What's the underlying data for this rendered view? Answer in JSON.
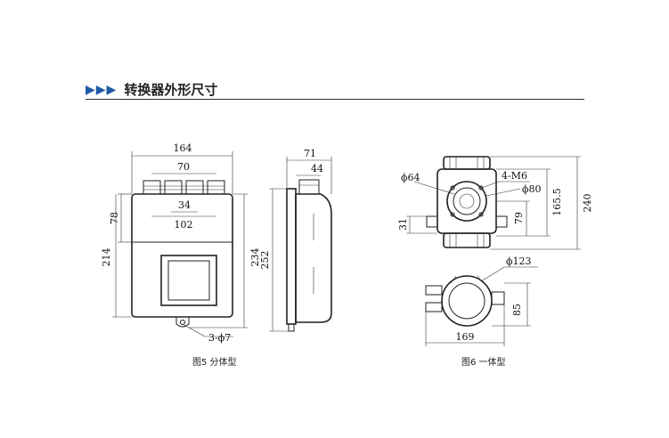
{
  "header": {
    "arrows": "▶▶▶",
    "title": "转换器外形尺寸"
  },
  "figure5": {
    "caption": "图5  分体型",
    "dims": {
      "width_top": "164",
      "glands": "70",
      "inner1": "34",
      "inner2": "102",
      "h_top": "78",
      "h_left": "214",
      "h_right": "234",
      "holes": "3-ϕ7"
    }
  },
  "side": {
    "dims": {
      "w1": "71",
      "w2": "44",
      "h": "252"
    }
  },
  "figure6": {
    "caption": "图6  一体型",
    "dims": {
      "d64": "ϕ64",
      "m6": "4-M6",
      "d80": "ϕ80",
      "h79": "79",
      "h165": "165.5",
      "h240": "240",
      "h31": "31",
      "d123": "ϕ123",
      "h85": "85",
      "w169": "169"
    }
  },
  "colors": {
    "accent": "#1f5aa6",
    "line": "#222222"
  }
}
